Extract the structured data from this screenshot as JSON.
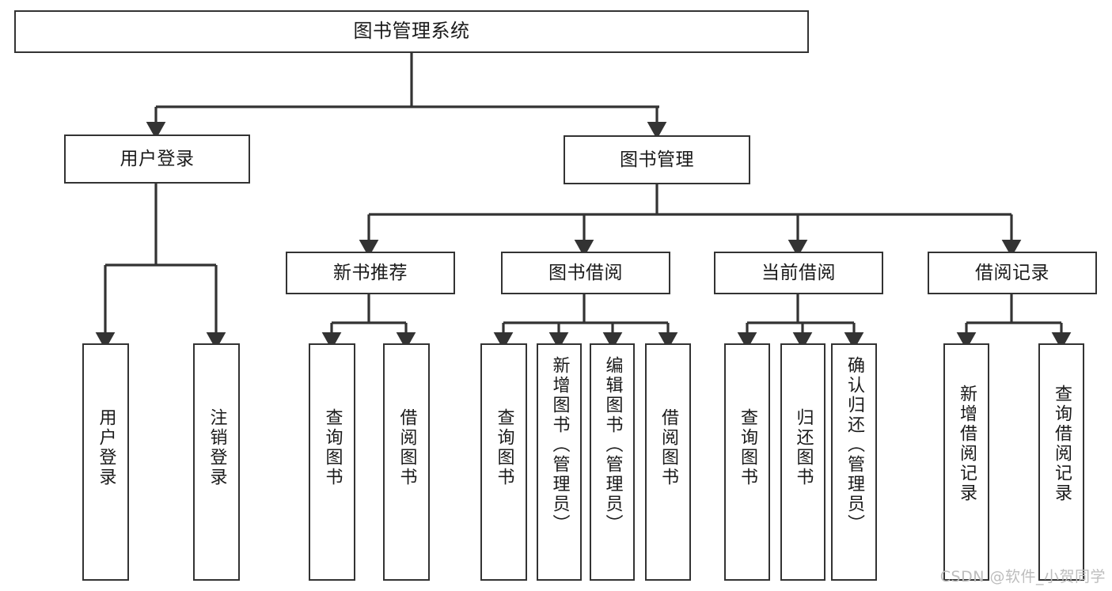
{
  "diagram": {
    "type": "tree-hierarchy-chart",
    "title": "图书管理系统",
    "colors": {
      "box_border": "#333333",
      "box_fill": "#ffffff",
      "edge": "#333333",
      "text": "#1a1a1a",
      "watermark": "#bdbdbd",
      "background": "#ffffff"
    },
    "nodes": {
      "root": {
        "label": "图书管理系统",
        "level": 1
      },
      "level2": [
        {
          "id": "user-login",
          "label": "用户登录"
        },
        {
          "id": "book-management",
          "label": "图书管理"
        }
      ],
      "level3": [
        {
          "id": "new-book-recommend",
          "label": "新书推荐",
          "parent": "book-management"
        },
        {
          "id": "book-borrow",
          "label": "图书借阅",
          "parent": "book-management"
        },
        {
          "id": "current-borrow",
          "label": "当前借阅",
          "parent": "book-management"
        },
        {
          "id": "borrow-record",
          "label": "借阅记录",
          "parent": "book-management"
        }
      ],
      "leaves": [
        {
          "id": "leaf-user-login",
          "label": "用户登录",
          "parent": "user-login"
        },
        {
          "id": "leaf-logout-login",
          "label": "注销登录",
          "parent": "user-login"
        },
        {
          "id": "leaf-query-book-1",
          "label": "查询图书",
          "parent": "new-book-recommend"
        },
        {
          "id": "leaf-borrow-book-1",
          "label": "借阅图书",
          "parent": "new-book-recommend"
        },
        {
          "id": "leaf-query-book-2",
          "label": "查询图书",
          "parent": "book-borrow"
        },
        {
          "id": "leaf-add-book",
          "label": "新增图书（管理员）",
          "parent": "book-borrow"
        },
        {
          "id": "leaf-edit-book",
          "label": "编辑图书（管理员）",
          "parent": "book-borrow"
        },
        {
          "id": "leaf-borrow-book-2",
          "label": "借阅图书",
          "parent": "book-borrow"
        },
        {
          "id": "leaf-query-book-3",
          "label": "查询图书",
          "parent": "current-borrow"
        },
        {
          "id": "leaf-return-book",
          "label": "归还图书",
          "parent": "current-borrow"
        },
        {
          "id": "leaf-confirm-return",
          "label": "确认归还（管理员）",
          "parent": "current-borrow"
        },
        {
          "id": "leaf-add-record",
          "label": "新增借阅记录",
          "parent": "borrow-record"
        },
        {
          "id": "leaf-query-record",
          "label": "查询借阅记录",
          "parent": "borrow-record"
        }
      ]
    },
    "watermark": "CSDN @软件_小贺同学"
  }
}
